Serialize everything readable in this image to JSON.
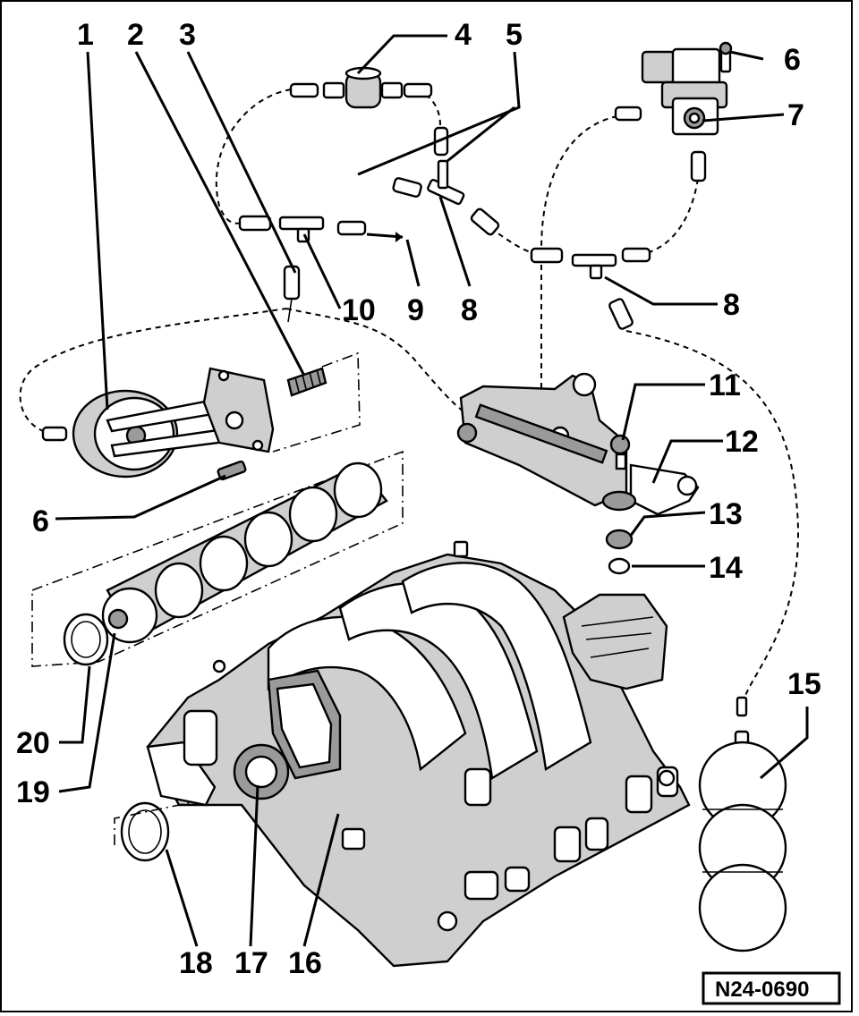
{
  "diagram": {
    "callouts": [
      {
        "id": "c1",
        "text": "1"
      },
      {
        "id": "c2",
        "text": "2"
      },
      {
        "id": "c3",
        "text": "3"
      },
      {
        "id": "c4",
        "text": "4"
      },
      {
        "id": "c5",
        "text": "5"
      },
      {
        "id": "c6a",
        "text": "6"
      },
      {
        "id": "c7",
        "text": "7"
      },
      {
        "id": "c6b",
        "text": "6"
      },
      {
        "id": "c10",
        "text": "10"
      },
      {
        "id": "c9",
        "text": "9"
      },
      {
        "id": "c8a",
        "text": "8"
      },
      {
        "id": "c8b",
        "text": "8"
      },
      {
        "id": "c11",
        "text": "11"
      },
      {
        "id": "c12",
        "text": "12"
      },
      {
        "id": "c13",
        "text": "13"
      },
      {
        "id": "c14",
        "text": "14"
      },
      {
        "id": "c15",
        "text": "15"
      },
      {
        "id": "c20",
        "text": "20"
      },
      {
        "id": "c19",
        "text": "19"
      },
      {
        "id": "c18",
        "text": "18"
      },
      {
        "id": "c17",
        "text": "17"
      },
      {
        "id": "c16",
        "text": "16"
      }
    ],
    "drawing_code": "N24-0690"
  }
}
